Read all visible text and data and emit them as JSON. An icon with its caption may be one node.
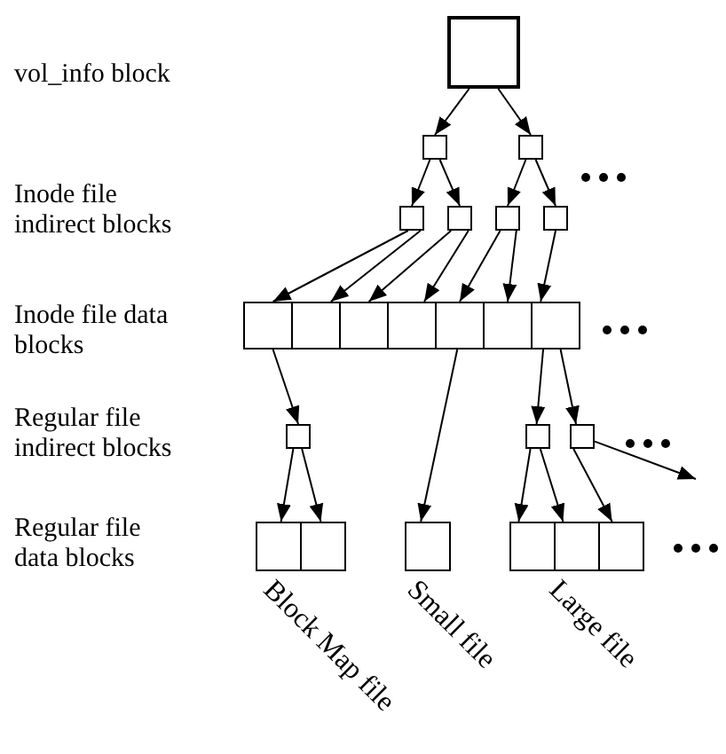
{
  "diagram": {
    "nodes": [
      {
        "text": [],
        "shape": "box"
      },
      {
        "text": [],
        "shape": "box"
      },
      {
        "text": [],
        "shape": "box"
      },
      {
        "text": [],
        "shape": "box"
      },
      {
        "text": [],
        "shape": "box"
      },
      {
        "text": [],
        "shape": "box"
      },
      {
        "text": [],
        "shape": "box"
      },
      {
        "text": [],
        "shape": "box"
      },
      {
        "text": [],
        "shape": "box"
      },
      {
        "text": [],
        "shape": "box"
      },
      {
        "text": [],
        "shape": "box"
      },
      {
        "text": [],
        "shape": "box"
      },
      {
        "text": [],
        "shape": "box"
      },
      {
        "text": [],
        "shape": "box"
      },
      {
        "text": [],
        "shape": "box"
      },
      {
        "text": [],
        "shape": "box"
      },
      {
        "text": [],
        "shape": "box"
      },
      {
        "text": [],
        "shape": "box"
      },
      {
        "text": [],
        "shape": "box"
      },
      {
        "text": [],
        "shape": "box"
      },
      {
        "text": [],
        "shape": "box"
      },
      {
        "text": [],
        "shape": "box"
      },
      {
        "text": [],
        "shape": "box"
      }
    ],
    "edges": [
      {
        "from": 0,
        "to": 1,
        "arrow": "to"
      },
      {
        "from": 0,
        "to": 2,
        "arrow": "to"
      },
      {
        "from": 1,
        "to": 3,
        "arrow": "to"
      },
      {
        "from": 1,
        "to": 4,
        "arrow": "to"
      },
      {
        "from": 2,
        "to": 5,
        "arrow": "to"
      },
      {
        "from": 2,
        "to": 6,
        "arrow": "to"
      },
      {
        "from": 3,
        "to": 7,
        "arrow": "to"
      },
      {
        "from": 3,
        "to": 8,
        "arrow": "to"
      },
      {
        "from": 4,
        "to": 9,
        "arrow": "to"
      },
      {
        "from": 4,
        "to": 10,
        "arrow": "to"
      },
      {
        "from": 5,
        "to": 11,
        "arrow": "to"
      },
      {
        "from": 5,
        "to": 12,
        "arrow": "to"
      },
      {
        "from": 6,
        "to": 13,
        "arrow": "to"
      },
      {
        "from": 7,
        "to": 14,
        "arrow": "to"
      },
      {
        "from": 11,
        "to": 19,
        "arrow": "to"
      },
      {
        "from": 13,
        "to": 15,
        "arrow": "to"
      },
      {
        "from": 13,
        "to": 16,
        "arrow": "to"
      },
      {
        "from": 14,
        "to": 17,
        "arrow": "to"
      },
      {
        "from": 14,
        "to": 18,
        "arrow": "to"
      },
      {
        "from": 15,
        "to": 20,
        "arrow": "to"
      },
      {
        "from": 15,
        "to": 21,
        "arrow": "to"
      },
      {
        "from": 16,
        "to": 22,
        "arrow": "to"
      },
      {
        "from": 16,
        "to": null,
        "arrow": "to"
      }
    ],
    "labels": [
      "vol_info block",
      "Inode file indirect blocks",
      "Inode file data blocks",
      "Regular file indirect blocks",
      "Regular file data blocks",
      "Block Map file",
      "Small file",
      "Large file"
    ]
  }
}
